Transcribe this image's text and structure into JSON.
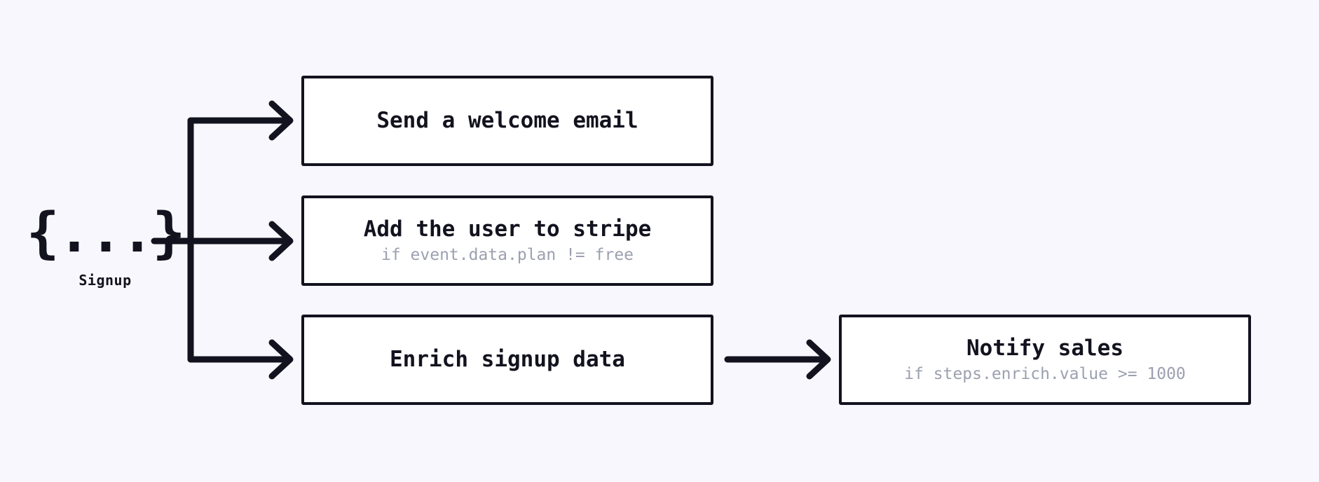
{
  "diagram": {
    "type": "workflow-fan-out",
    "background_color": "#f8f7fd",
    "line_color": "#13131f",
    "box_fill_color": "#ffffff",
    "box_border_color": "#13131f",
    "title_color": "#13131f",
    "condition_color": "#9ca0b0",
    "trigger": {
      "icon": "json-braces-icon",
      "glyph": "{...}",
      "label": "Signup"
    },
    "steps": [
      {
        "id": "send-welcome-email",
        "title": "Send a welcome email",
        "condition": ""
      },
      {
        "id": "add-user-to-stripe",
        "title": "Add the user to stripe",
        "condition": "if event.data.plan != free"
      },
      {
        "id": "enrich-signup-data",
        "title": "Enrich signup data",
        "condition": ""
      },
      {
        "id": "notify-sales",
        "title": "Notify sales",
        "condition": "if steps.enrich.value >= 1000"
      }
    ],
    "edges": [
      {
        "id": "trigger-to-welcome-email",
        "from": "Signup",
        "to": "Send a welcome email"
      },
      {
        "id": "trigger-to-stripe",
        "from": "Signup",
        "to": "Add the user to stripe"
      },
      {
        "id": "trigger-to-enrich",
        "from": "Signup",
        "to": "Enrich signup data"
      },
      {
        "id": "enrich-to-notify-sales",
        "from": "Enrich signup data",
        "to": "Notify sales"
      }
    ]
  }
}
